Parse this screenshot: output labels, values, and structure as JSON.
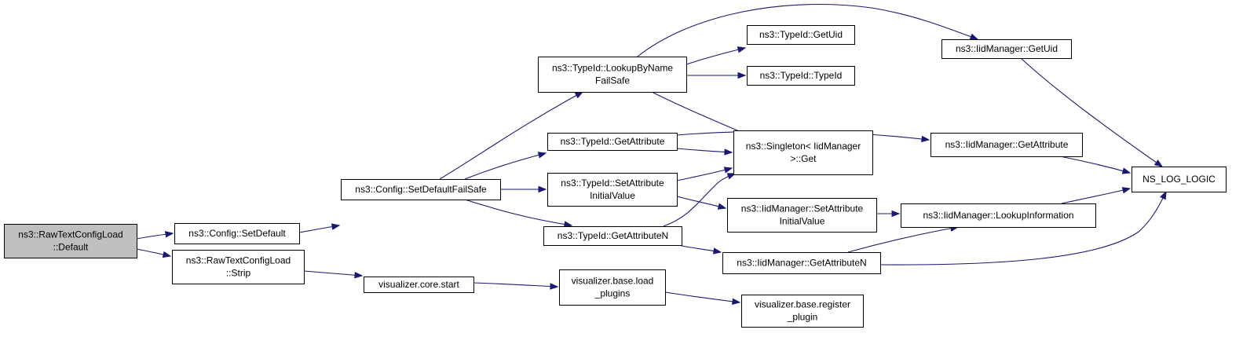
{
  "nodes": [
    {
      "id": "rtcl_default",
      "lines": [
        "ns3::RawTextConfigLoad",
        "::Default"
      ],
      "root": true
    },
    {
      "id": "config_setdefault",
      "lines": [
        "ns3::Config::SetDefault"
      ]
    },
    {
      "id": "rtcl_strip",
      "lines": [
        "ns3::RawTextConfigLoad",
        "::Strip"
      ]
    },
    {
      "id": "config_setdefaultfailsafe",
      "lines": [
        "ns3::Config::SetDefaultFailSafe"
      ]
    },
    {
      "id": "vis_core_start",
      "lines": [
        "visualizer.core.start"
      ]
    },
    {
      "id": "typeid_lookupbyname",
      "lines": [
        "ns3::TypeId::LookupByName",
        "FailSafe"
      ]
    },
    {
      "id": "typeid_getattribute",
      "lines": [
        "ns3::TypeId::GetAttribute"
      ]
    },
    {
      "id": "typeid_setattrinit",
      "lines": [
        "ns3::TypeId::SetAttribute",
        "InitialValue"
      ]
    },
    {
      "id": "typeid_getattributen",
      "lines": [
        "ns3::TypeId::GetAttributeN"
      ]
    },
    {
      "id": "vis_base_load",
      "lines": [
        "visualizer.base.load",
        "_plugins"
      ]
    },
    {
      "id": "typeid_getuid",
      "lines": [
        "ns3::TypeId::GetUid"
      ]
    },
    {
      "id": "typeid_typeid",
      "lines": [
        "ns3::TypeId::TypeId"
      ]
    },
    {
      "id": "singleton_get",
      "lines": [
        "ns3::Singleton< IidManager",
        ">::Get"
      ]
    },
    {
      "id": "iid_setattrinit",
      "lines": [
        "ns3::IidManager::SetAttribute",
        "InitialValue"
      ]
    },
    {
      "id": "iid_getattributen",
      "lines": [
        "ns3::IidManager::GetAttributeN"
      ]
    },
    {
      "id": "vis_base_register",
      "lines": [
        "visualizer.base.register",
        "_plugin"
      ]
    },
    {
      "id": "iid_getuid",
      "lines": [
        "ns3::IidManager::GetUid"
      ]
    },
    {
      "id": "iid_getattribute",
      "lines": [
        "ns3::IidManager::GetAttribute"
      ]
    },
    {
      "id": "iid_lookupinfo",
      "lines": [
        "ns3::IidManager::LookupInformation"
      ]
    },
    {
      "id": "ns_log_logic",
      "lines": [
        "NS_LOG_LOGIC"
      ]
    }
  ],
  "edges": [
    {
      "from": "rtcl_default",
      "to": "config_setdefault"
    },
    {
      "from": "rtcl_default",
      "to": "rtcl_strip"
    },
    {
      "from": "config_setdefault",
      "to": "config_setdefaultfailsafe"
    },
    {
      "from": "rtcl_strip",
      "to": "vis_core_start"
    },
    {
      "from": "config_setdefaultfailsafe",
      "to": "typeid_lookupbyname"
    },
    {
      "from": "config_setdefaultfailsafe",
      "to": "typeid_getattribute"
    },
    {
      "from": "config_setdefaultfailsafe",
      "to": "typeid_setattrinit"
    },
    {
      "from": "config_setdefaultfailsafe",
      "to": "typeid_getattributen"
    },
    {
      "from": "vis_core_start",
      "to": "vis_base_load"
    },
    {
      "from": "typeid_lookupbyname",
      "to": "typeid_getuid"
    },
    {
      "from": "typeid_lookupbyname",
      "to": "typeid_typeid"
    },
    {
      "from": "typeid_lookupbyname",
      "to": "iid_getuid"
    },
    {
      "from": "typeid_lookupbyname",
      "to": "singleton_get"
    },
    {
      "from": "typeid_getattribute",
      "to": "singleton_get"
    },
    {
      "from": "typeid_getattribute",
      "to": "iid_getattribute"
    },
    {
      "from": "typeid_setattrinit",
      "to": "singleton_get"
    },
    {
      "from": "typeid_setattrinit",
      "to": "iid_setattrinit"
    },
    {
      "from": "typeid_getattributen",
      "to": "singleton_get"
    },
    {
      "from": "typeid_getattributen",
      "to": "iid_getattributen"
    },
    {
      "from": "vis_base_load",
      "to": "vis_base_register"
    },
    {
      "from": "iid_getuid",
      "to": "ns_log_logic"
    },
    {
      "from": "iid_getattribute",
      "to": "ns_log_logic"
    },
    {
      "from": "iid_setattrinit",
      "to": "iid_lookupinfo"
    },
    {
      "from": "iid_getattributen",
      "to": "iid_lookupinfo"
    },
    {
      "from": "iid_getattributen",
      "to": "ns_log_logic"
    },
    {
      "from": "iid_lookupinfo",
      "to": "ns_log_logic"
    }
  ],
  "colors": {
    "edge": "#191970",
    "root_fill": "#bfbfbf",
    "node_fill": "#ffffff",
    "node_stroke": "#000000"
  }
}
